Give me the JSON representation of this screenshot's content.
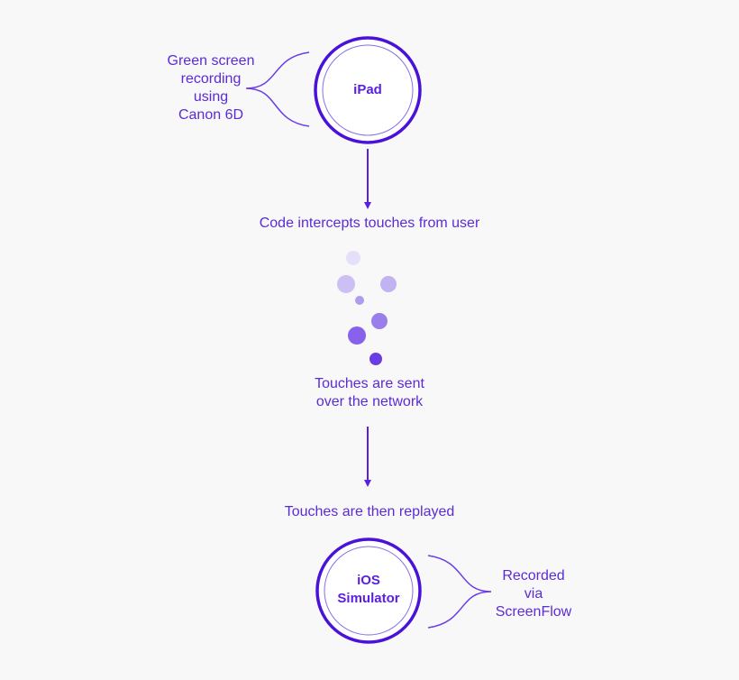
{
  "nodes": {
    "ipad": {
      "label": "iPad"
    },
    "simulator": {
      "line1": "iOS",
      "line2": "Simulator"
    }
  },
  "notes": {
    "green_screen": [
      "Green screen",
      "recording",
      "using",
      "Canon 6D"
    ],
    "recorded_via": [
      "Recorded",
      "via",
      "ScreenFlow"
    ]
  },
  "steps": {
    "intercept": "Code intercepts touches from user",
    "sent": [
      "Touches are sent",
      "over the network"
    ],
    "replayed": "Touches are then replayed"
  },
  "colors": {
    "text": "#5b2bd6",
    "node_border": "#4a12d9",
    "node_inner": "#8a6ee8",
    "arrow": "#5b1fe0",
    "dot_light": "#e3dcf7",
    "dot_mid": "#b9a6ee",
    "dot_dark": "#6a3ce6"
  }
}
